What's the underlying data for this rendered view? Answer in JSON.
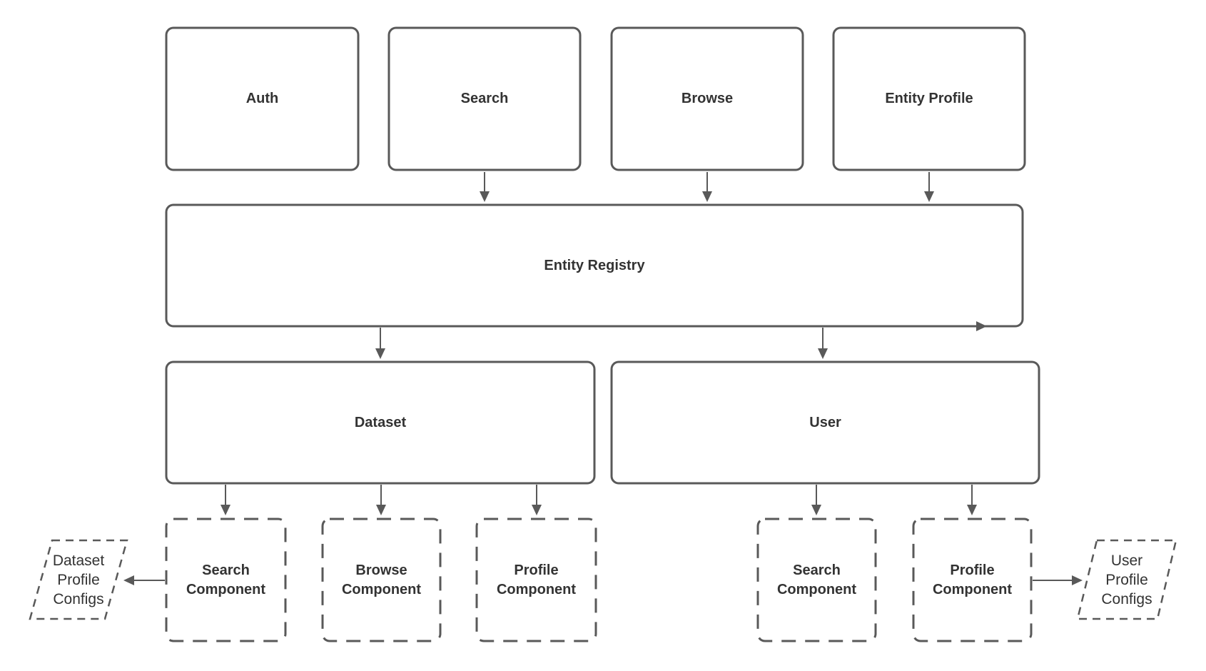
{
  "diagram": {
    "title": "Entity architecture diagram",
    "colors": {
      "background": "#ffffff",
      "stroke": "#595959",
      "text": "#333333"
    },
    "nodes": {
      "auth": {
        "label": "Auth",
        "shape": "rectangle",
        "border": "solid"
      },
      "search": {
        "label": "Search",
        "shape": "rectangle",
        "border": "solid"
      },
      "browse": {
        "label": "Browse",
        "shape": "rectangle",
        "border": "solid"
      },
      "entity_profile": {
        "label": "Entity Profile",
        "shape": "rectangle",
        "border": "solid"
      },
      "entity_registry": {
        "label": "Entity Registry",
        "shape": "rectangle",
        "border": "solid"
      },
      "dataset": {
        "label": "Dataset",
        "shape": "rectangle",
        "border": "solid"
      },
      "user": {
        "label": "User",
        "shape": "rectangle",
        "border": "solid"
      },
      "dataset_search_component": {
        "label": "Search Component",
        "shape": "rectangle",
        "border": "dashed"
      },
      "dataset_browse_component": {
        "label": "Browse Component",
        "shape": "rectangle",
        "border": "dashed"
      },
      "dataset_profile_component": {
        "label": "Profile Component",
        "shape": "rectangle",
        "border": "dashed"
      },
      "user_search_component": {
        "label": "Search Component",
        "shape": "rectangle",
        "border": "dashed"
      },
      "user_profile_component": {
        "label": "Profile Component",
        "shape": "rectangle",
        "border": "dashed"
      },
      "dataset_profile_configs": {
        "label": "Dataset Profile Configs",
        "shape": "parallelogram",
        "border": "dashed"
      },
      "user_profile_configs": {
        "label": "User Profile Configs",
        "shape": "parallelogram",
        "border": "dashed"
      }
    },
    "edges": [
      {
        "from": "Search",
        "to": "Entity Registry",
        "direction": "down"
      },
      {
        "from": "Browse",
        "to": "Entity Registry",
        "direction": "down"
      },
      {
        "from": "Entity Profile",
        "to": "Entity Registry",
        "direction": "down"
      },
      {
        "from": "Entity Registry",
        "to": "Dataset",
        "direction": "down"
      },
      {
        "from": "Entity Registry",
        "to": "User",
        "direction": "down"
      },
      {
        "from": "Entity Registry",
        "to": "bottom-right-edge",
        "direction": "right"
      },
      {
        "from": "Dataset",
        "to": "Search Component",
        "direction": "down"
      },
      {
        "from": "Dataset",
        "to": "Browse Component",
        "direction": "down"
      },
      {
        "from": "Dataset",
        "to": "Profile Component",
        "direction": "down"
      },
      {
        "from": "User",
        "to": "Search Component",
        "direction": "down"
      },
      {
        "from": "User",
        "to": "Profile Component",
        "direction": "down"
      },
      {
        "from": "Search Component",
        "to": "Dataset Profile Configs",
        "direction": "left"
      },
      {
        "from": "Profile Component",
        "to": "User Profile Configs",
        "direction": "right"
      }
    ]
  }
}
